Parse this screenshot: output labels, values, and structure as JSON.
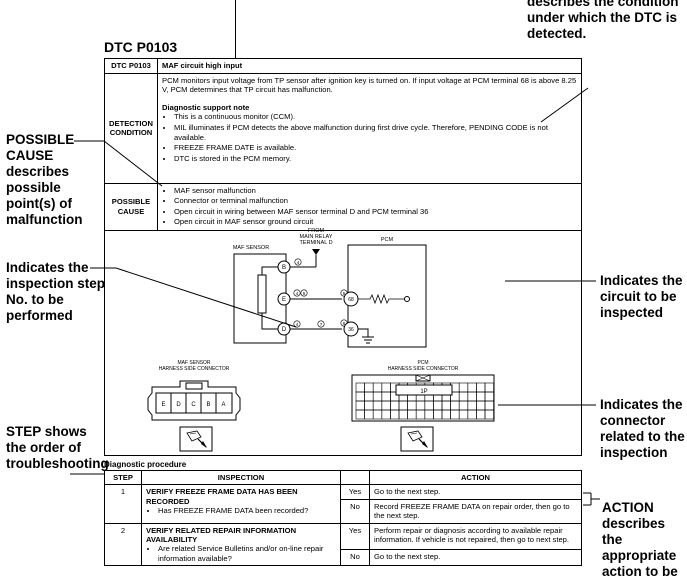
{
  "callouts": {
    "top_right": [
      "describes  the condition",
      "under which the DTC is",
      "detected."
    ],
    "possible_cause": [
      "POSSIBLE",
      "CAUSE",
      "describes",
      "possible",
      "point(s) of",
      "malfunction"
    ],
    "inspection_step": [
      "Indicates the",
      "inspection step",
      "No. to be",
      "performed"
    ],
    "circuit": [
      "Indicates the",
      "circuit to be",
      "inspected"
    ],
    "connector": [
      "Indicates the",
      "connector",
      "related to the",
      "inspection"
    ],
    "step": [
      "STEP shows",
      "the order of",
      "troubleshooting"
    ],
    "action": [
      "ACTION",
      "describes the",
      "appropriate",
      "action to be"
    ]
  },
  "dtc": {
    "heading": "DTC P0103",
    "code": "DTC P0103",
    "title": "MAF circuit high input",
    "detection_label": "DETECTION CONDITION",
    "detection_text": "PCM monitors input voltage from TP sensor after ignition key is turned on. If input voltage at PCM terminal 68 is above 8.25 V, PCM determines that TP circuit has malfunction.",
    "support_note_title": "Diagnostic support note",
    "support_notes": [
      "This is a continuous monitor (CCM).",
      "MIL illuminates if PCM detects the above malfunction during first drive cycle. Therefore, PENDING CODE is not available.",
      "FREEZE FRAME DATE is available.",
      "DTC is stored in the PCM memory."
    ],
    "cause_label": "POSSIBLE CAUSE",
    "causes": [
      "MAF sensor malfunction",
      "Connector or terminal malfunction",
      "Open circuit in wiring between MAF sensor terminal D and PCM terminal 36",
      "Open circuit in MAF sensor ground circuit"
    ]
  },
  "diagram": {
    "from_label": [
      "FROM",
      "MAIN RELAY",
      "TERMINAL D"
    ],
    "maf_label": "MAF SENSOR",
    "pcm_label": "PCM",
    "pins": [
      "B",
      "E",
      "D"
    ],
    "pcm_pins": [
      "68",
      "36"
    ],
    "step_marks": [
      "4",
      "4",
      "5",
      "4",
      "7",
      "6",
      "6"
    ],
    "maf_conn_label": [
      "MAF SENSOR",
      "HARNESS SIDE CONNECTOR"
    ],
    "maf_conn_pins": [
      "E",
      "D",
      "C",
      "B",
      "A"
    ],
    "pcm_conn_label": [
      "PCM",
      "HARNESS SIDE CONNECTOR"
    ],
    "pcm_conn_pin": "1P"
  },
  "procedure": {
    "caption": "Diagnostic procedure",
    "headers": {
      "step": "STEP",
      "inspection": "INSPECTION",
      "action": "ACTION"
    },
    "rows": [
      {
        "step": "1",
        "title": "VERIFY FREEZE FRAME DATA HAS BEEN RECORDED",
        "bullet": "Has FREEZE FRAME DATA been recorded?",
        "yes_label": "Yes",
        "yes_action": "Go to the next step.",
        "no_label": "No",
        "no_action": "Record FREEZE FRAME DATA on repair order, then go to the next step."
      },
      {
        "step": "2",
        "title": "VERIFY RELATED REPAIR INFORMATION AVAILABILITY",
        "bullet": "Are related Service Bulletins and/or on-line repair information available?",
        "yes_label": "Yes",
        "yes_action": "Perform repair or diagnosis according to available repair information. If vehicle is not repaired, then go to next step.",
        "no_label": "No",
        "no_action": "Go to the next step."
      }
    ]
  }
}
